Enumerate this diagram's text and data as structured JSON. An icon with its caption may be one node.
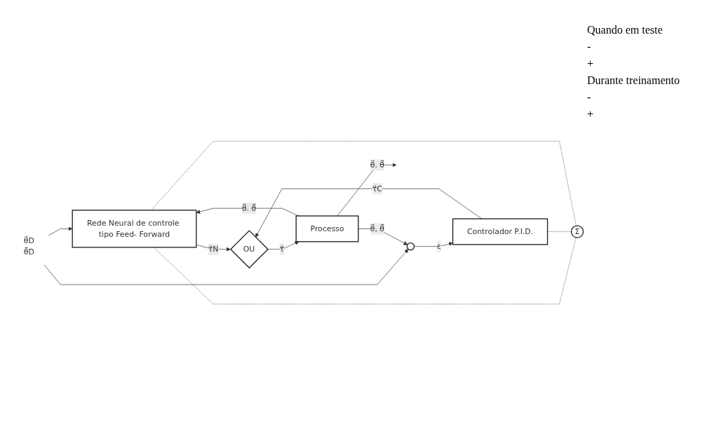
{
  "diagram": {
    "nodes": [
      {
        "text": [
          "Rede Neural de controle tipo Feed- Forward"
        ]
      },
      {
        "text": [
          "Σ"
        ]
      },
      {
        "text": [
          "OU"
        ]
      },
      {
        "text": [
          "Processo"
        ]
      },
      {
        "text": [
          "θ⃗D",
          "θ̇⃗D"
        ]
      },
      {
        "text": [],
        "shape": "circle"
      },
      {
        "text": [
          "Controlador P.I.D."
        ]
      }
    ],
    "edges": [
      {
        "from": 4,
        "to": 0,
        "arrow": "to"
      },
      {
        "from": 4,
        "to": 5,
        "arrow": "to"
      },
      {
        "from": 3,
        "to": 0,
        "arrow": "to",
        "label": "θ⃗. θ̇⃗"
      },
      {
        "from": 3,
        "to": 5,
        "arrow": "to",
        "label": "θ⃗, θ̇⃗"
      },
      {
        "from": 5,
        "to": 6,
        "arrow": "to",
        "label": "ε"
      },
      {
        "from": 0,
        "to": 2,
        "arrow": "to",
        "label": "τ⃗N"
      },
      {
        "from": 6,
        "to": 2,
        "arrow": "to",
        "label": "τ⃗C"
      },
      {
        "from": 2,
        "to": 3,
        "arrow": "to",
        "label": "τ⃗"
      },
      {
        "from": 3,
        "to": null,
        "arrow": "to",
        "label": "θ⃗. θ̇⃗"
      },
      {
        "from": 0,
        "to": 1,
        "arrow": "none",
        "style": "dashed"
      },
      {
        "from": 6,
        "to": 1,
        "arrow": "none",
        "style": "dashed"
      },
      {
        "from": 1,
        "to": 0,
        "arrow": "none",
        "style": "dashed"
      }
    ],
    "labels": [
      "Quando em teste",
      "-",
      "+",
      "Durante treinamento",
      "-",
      "+"
    ]
  }
}
